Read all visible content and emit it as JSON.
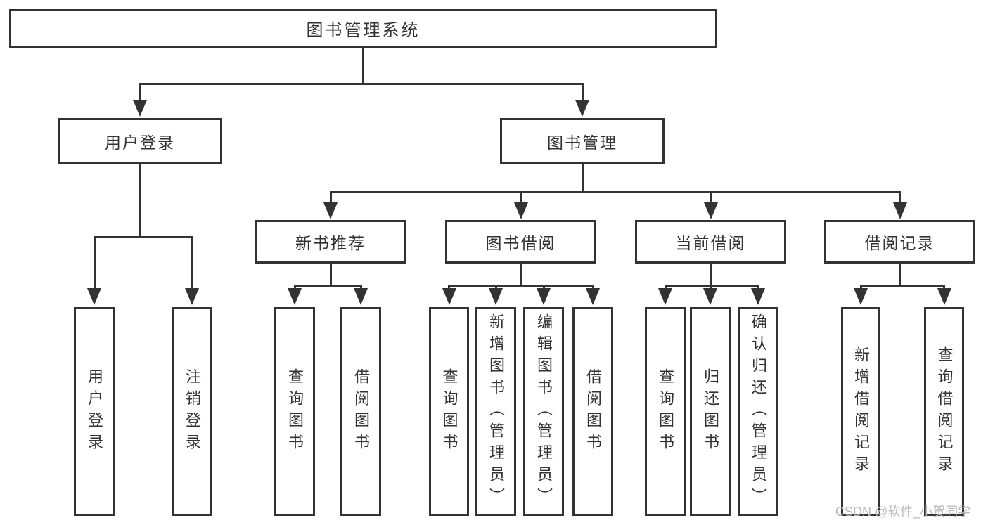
{
  "tree": {
    "label": "图书管理系统",
    "children": [
      {
        "label": "用户登录",
        "children": [
          {
            "label": "用户登录"
          },
          {
            "label": "注销登录"
          }
        ]
      },
      {
        "label": "图书管理",
        "children": [
          {
            "label": "新书推荐",
            "children": [
              {
                "label": "查询图书"
              },
              {
                "label": "借阅图书"
              }
            ]
          },
          {
            "label": "图书借阅",
            "children": [
              {
                "label": "查询图书"
              },
              {
                "label": "新增图书（管理员）"
              },
              {
                "label": "编辑图书（管理员）"
              },
              {
                "label": "借阅图书"
              }
            ]
          },
          {
            "label": "当前借阅",
            "children": [
              {
                "label": "查询图书"
              },
              {
                "label": "归还图书"
              },
              {
                "label": "确认归还（管理员）"
              }
            ]
          },
          {
            "label": "借阅记录",
            "children": [
              {
                "label": "新增借阅记录"
              },
              {
                "label": "查询借阅记录"
              }
            ]
          }
        ]
      }
    ]
  },
  "watermark": "CSDN @软件_小贺同学",
  "colors": {
    "line": "#333333",
    "text": "#333333",
    "watermark": "#b8b8b8",
    "background": "#ffffff"
  }
}
